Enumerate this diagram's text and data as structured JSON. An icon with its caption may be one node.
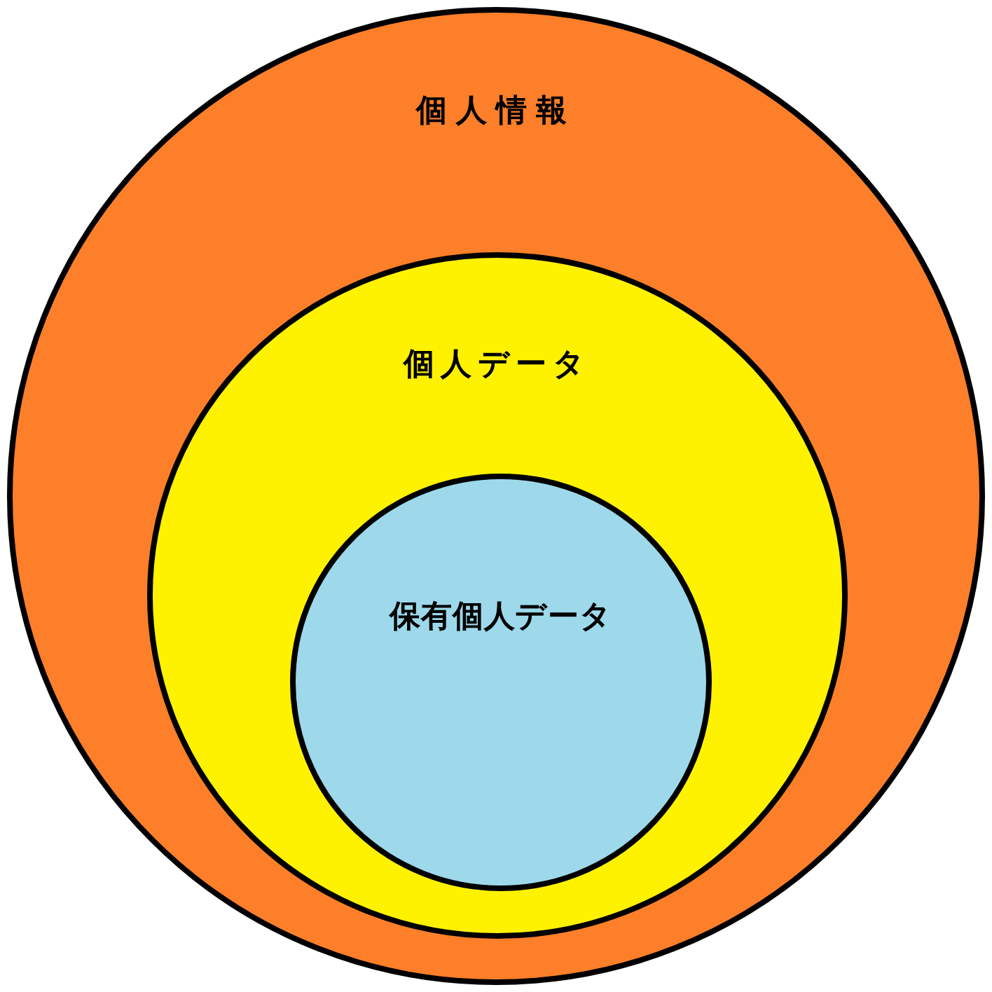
{
  "diagram": {
    "nodes": [
      {
        "text": [
          "個人情報"
        ]
      },
      {
        "text": [
          "個人データ"
        ],
        "in": 0
      },
      {
        "text": [
          "保有個人データ"
        ],
        "in": 1
      }
    ]
  }
}
